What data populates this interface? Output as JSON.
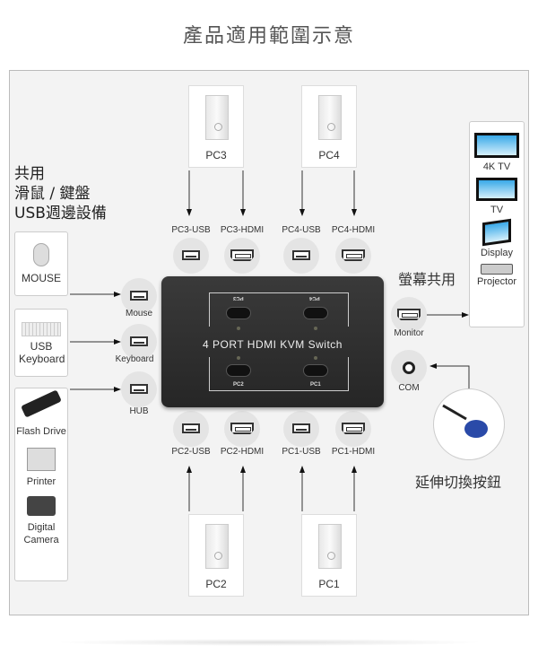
{
  "title": "產品適用範圍示意",
  "left_heading": [
    "共用",
    "滑鼠 / 鍵盤",
    "USB週邊設備"
  ],
  "pcs": {
    "pc3": "PC3",
    "pc4": "PC4",
    "pc2": "PC2",
    "pc1": "PC1"
  },
  "top_ports": [
    "PC3-USB",
    "PC3-HDMI",
    "PC4-USB",
    "PC4-HDMI"
  ],
  "bottom_ports": [
    "PC2-USB",
    "PC2-HDMI",
    "PC1-USB",
    "PC1-HDMI"
  ],
  "left_devices": {
    "mouse": "MOUSE",
    "keyboard": "USB Keyboard",
    "flash": "Flash Drive",
    "printer": "Printer",
    "camera": "Digital Camera"
  },
  "left_ports": [
    "Mouse",
    "Keyboard",
    "HUB"
  ],
  "switch": {
    "name": "4 PORT HDMI KVM Switch",
    "pc3": "PC3",
    "pc4": "PC4",
    "pc2": "PC2",
    "pc1": "PC1"
  },
  "monitor_share": "螢幕共用",
  "right_ports": {
    "monitor": "Monitor",
    "com": "COM"
  },
  "displays": [
    "4K TV",
    "TV",
    "Display",
    "Projector"
  ],
  "remote_label": "延伸切換按鈕"
}
